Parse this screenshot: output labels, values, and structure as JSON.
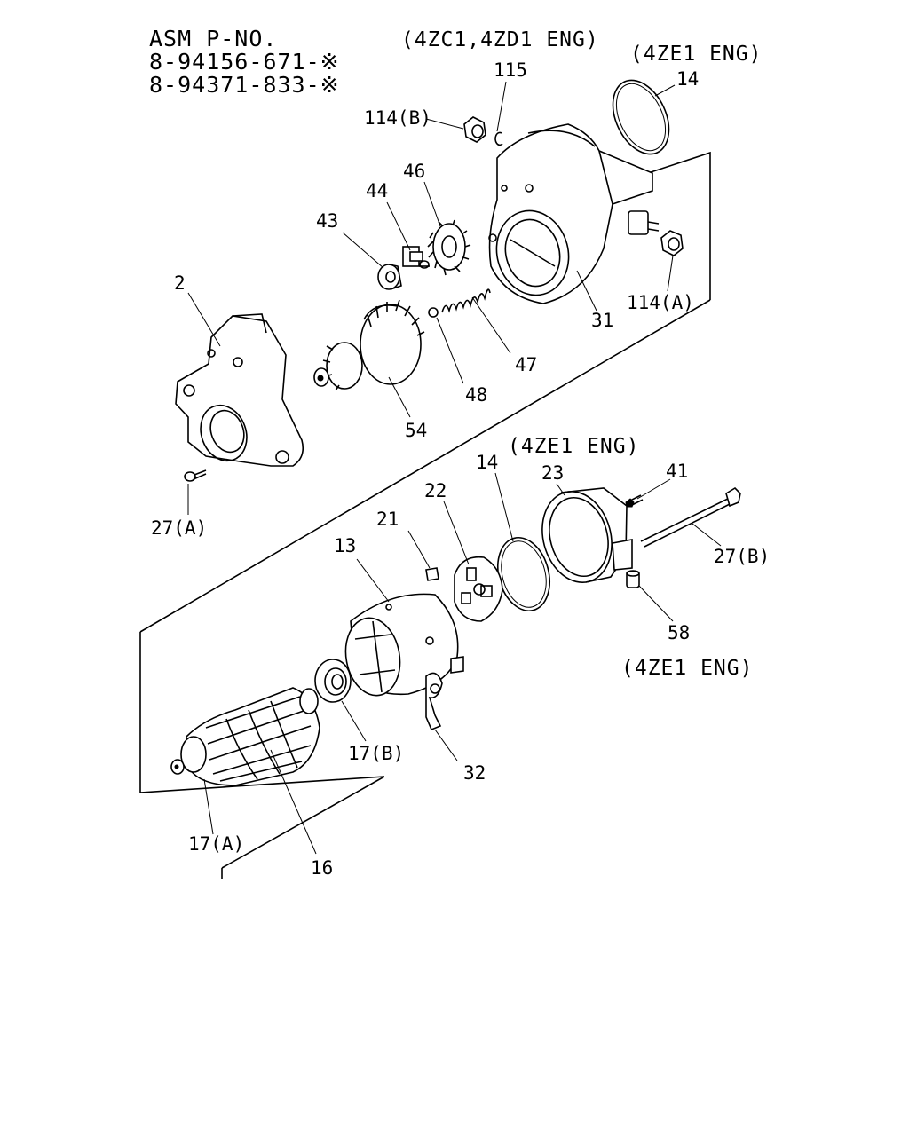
{
  "header": {
    "asm_label": "ASM P-NO.",
    "part_no_1": "8-94156-671-※",
    "part_no_2": "8-94371-833-※"
  },
  "engine_notes": {
    "top_left": "(4ZC1,4ZD1 ENG)",
    "top_right": "(4ZE1 ENG)",
    "middle": "(4ZE1 ENG)",
    "bottom": "(4ZE1 ENG)"
  },
  "callouts": {
    "c115": "115",
    "c14_top": "14",
    "c114b": "114(B)",
    "c46": "46",
    "c44": "44",
    "c43": "43",
    "c2": "2",
    "c31": "31",
    "c114a": "114(A)",
    "c47": "47",
    "c48": "48",
    "c54": "54",
    "c27a": "27(A)",
    "c14_mid": "14",
    "c23": "23",
    "c41": "41",
    "c22": "22",
    "c21": "21",
    "c13": "13",
    "c27b": "27(B)",
    "c58": "58",
    "c17b": "17(B)",
    "c32": "32",
    "c17a": "17(A)",
    "c16": "16"
  }
}
